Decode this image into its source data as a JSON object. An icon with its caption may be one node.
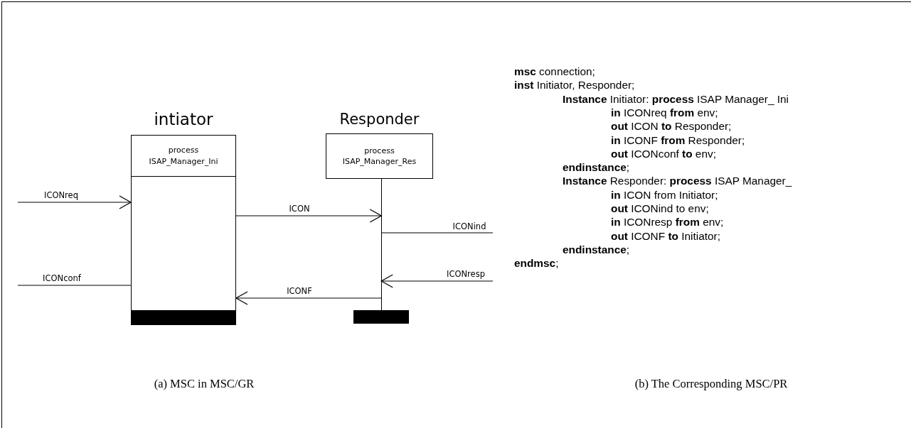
{
  "diagram": {
    "nodes": [
      {
        "text": [
          "intiator",
          "process ISAP_Manager_Ini"
        ]
      },
      {
        "text": [
          "Responder",
          "process ISAP_Manager_Res"
        ]
      },
      {
        "text": [],
        "shape": "line"
      },
      {
        "text": [],
        "shape": "bar"
      },
      {
        "text": [],
        "shape": "bar"
      }
    ],
    "edges": [
      {
        "from": null,
        "to": 0,
        "arrow": "to",
        "label": "ICONreq"
      },
      {
        "from": 0,
        "to": 2,
        "arrow": "to",
        "label": "ICON"
      },
      {
        "from": 2,
        "to": null,
        "arrow": "none",
        "label": "ICONind"
      },
      {
        "from": 0,
        "to": null,
        "arrow": "none",
        "label": "ICONconf"
      },
      {
        "from": null,
        "to": 2,
        "arrow": "to",
        "label": "ICONresp"
      },
      {
        "from": 2,
        "to": 0,
        "arrow": "to",
        "label": "ICONF"
      }
    ],
    "labels": [
      "**msc** connection;",
      "**inst** Initiator, Responder;",
      "**Instance** Initiator: **process** ISAP Manager_ Ini",
      "**in** ICONreq **from** env;",
      "**out** ICON **to** Responder;",
      "**in** ICONF **from** Responder;",
      "**out** ICONconf **to** env;",
      "**endinstance**;",
      "**Instance** Responder: **process** ISAP Manager_",
      "**in** ICON from Initiator;",
      "**out** ICONind to env;",
      "**in** ICONresp **from** env;",
      "**out** ICONF **to** Initiator;",
      "**endinstance**;",
      "**endmsc**;",
      "(a) MSC in MSC/GR",
      "(b) The Corresponding MSC/PR"
    ]
  }
}
